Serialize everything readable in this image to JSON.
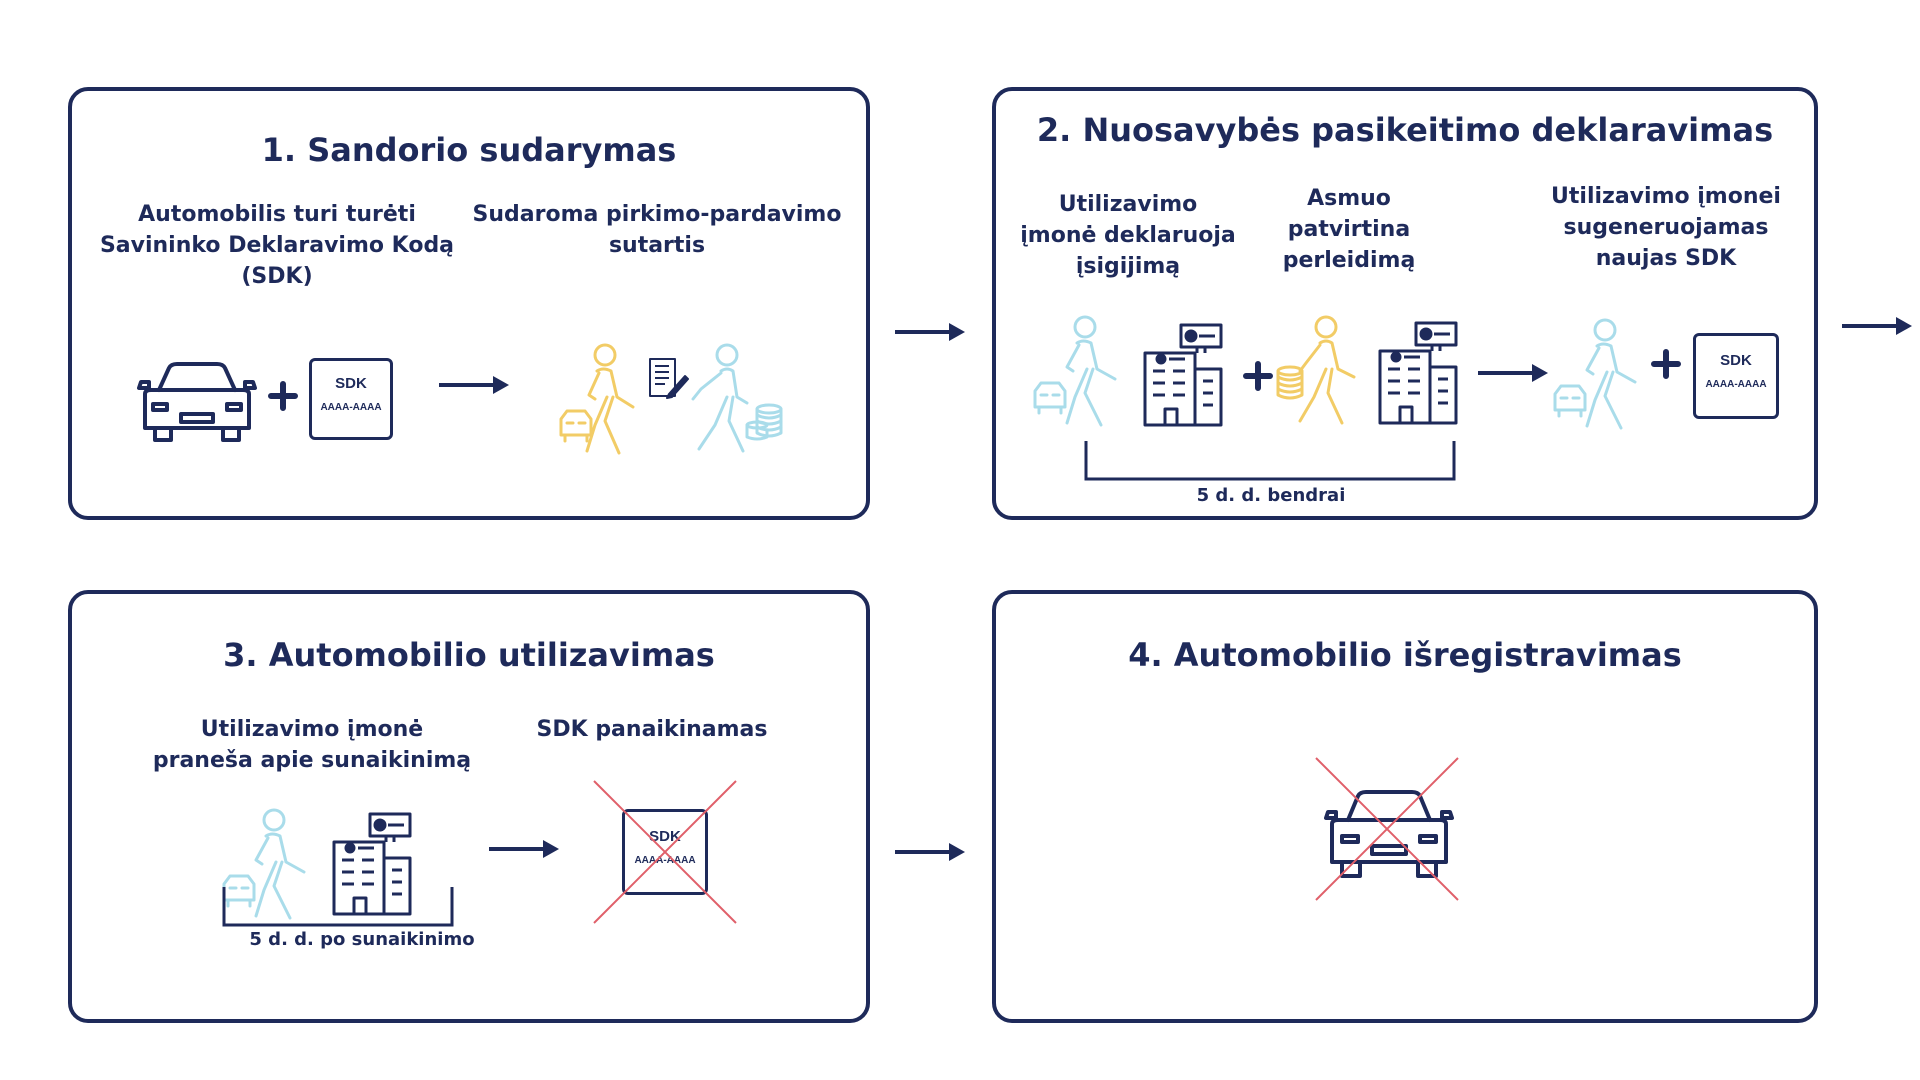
{
  "colors": {
    "navy": "#1e2a5a",
    "light_blue": "#a9dcea",
    "yellow": "#f2cc66",
    "cross_red": "#e0606a"
  },
  "step1": {
    "title": "1. Sandorio sudarymas",
    "left_label": "Automobilis turi turėti Savininko Deklaravimo Kodą (SDK)",
    "right_label": "Sudaroma pirkimo-pardavimo sutartis",
    "sdk_card": {
      "top": "SDK",
      "bottom": "AAAA-AAAA"
    },
    "icons": [
      "car-icon",
      "plus-icon",
      "sdk-card-icon",
      "arrow-right-icon",
      "buyer-icon",
      "contract-icon",
      "seller-icon"
    ]
  },
  "step2": {
    "title": "2. Nuosavybės pasikeitimo deklaravimas",
    "label_a": "Utilizavimo įmonė deklaruoja įsigijimą",
    "label_b": "Asmuo patvirtina perleidimą",
    "label_c": "Utilizavimo įmonei sugeneruojamas naujas  SDK",
    "bracket_label": "5 d. d. bendrai",
    "sdk_card": {
      "top": "SDK",
      "bottom": "AAAA-AAAA"
    }
  },
  "step3": {
    "title": "3. Automobilio utilizavimas",
    "left_label": "Utilizavimo įmonė praneša apie sunaikinimą",
    "right_label": "SDK panaikinamas",
    "bracket_label": "5 d. d. po sunaikinimo",
    "sdk_card": {
      "top": "SDK",
      "bottom": "AAAA-AAAA"
    }
  },
  "step4": {
    "title": "4. Automobilio išregistravimas"
  }
}
